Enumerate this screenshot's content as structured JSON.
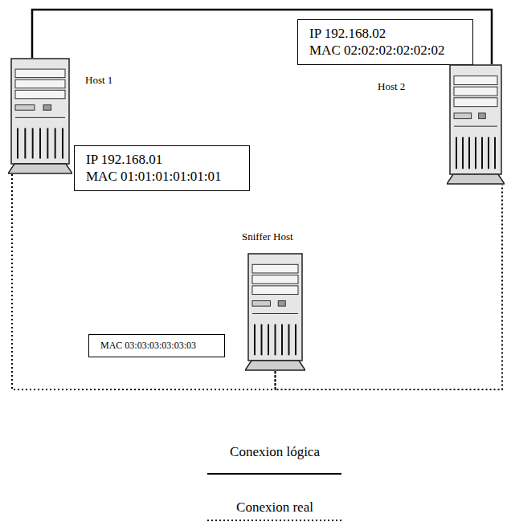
{
  "diagram": {
    "nodes": [
      {
        "text": [
          "Host 1"
        ]
      },
      {
        "text": [
          "IP 192.168.02",
          "MAC 02:02:02:02:02:02"
        ]
      },
      {
        "text": [
          "Host 2"
        ]
      },
      {
        "text": [
          "IP 192.168.01",
          "MAC 01:01:01:01:01:01"
        ]
      },
      {
        "text": [
          "Sniffer Host"
        ]
      },
      {
        "text": [
          "MAC 03:03:03:03:03:03"
        ]
      }
    ],
    "edges": [
      {
        "from": 0,
        "to": 2,
        "arrow": "none"
      },
      {
        "from": 0,
        "to": 4,
        "arrow": "none"
      },
      {
        "from": 4,
        "to": 2,
        "arrow": "none"
      }
    ],
    "legend": [
      {
        "text": "Conexion lógica"
      },
      {
        "text": "Conexion real"
      }
    ]
  }
}
